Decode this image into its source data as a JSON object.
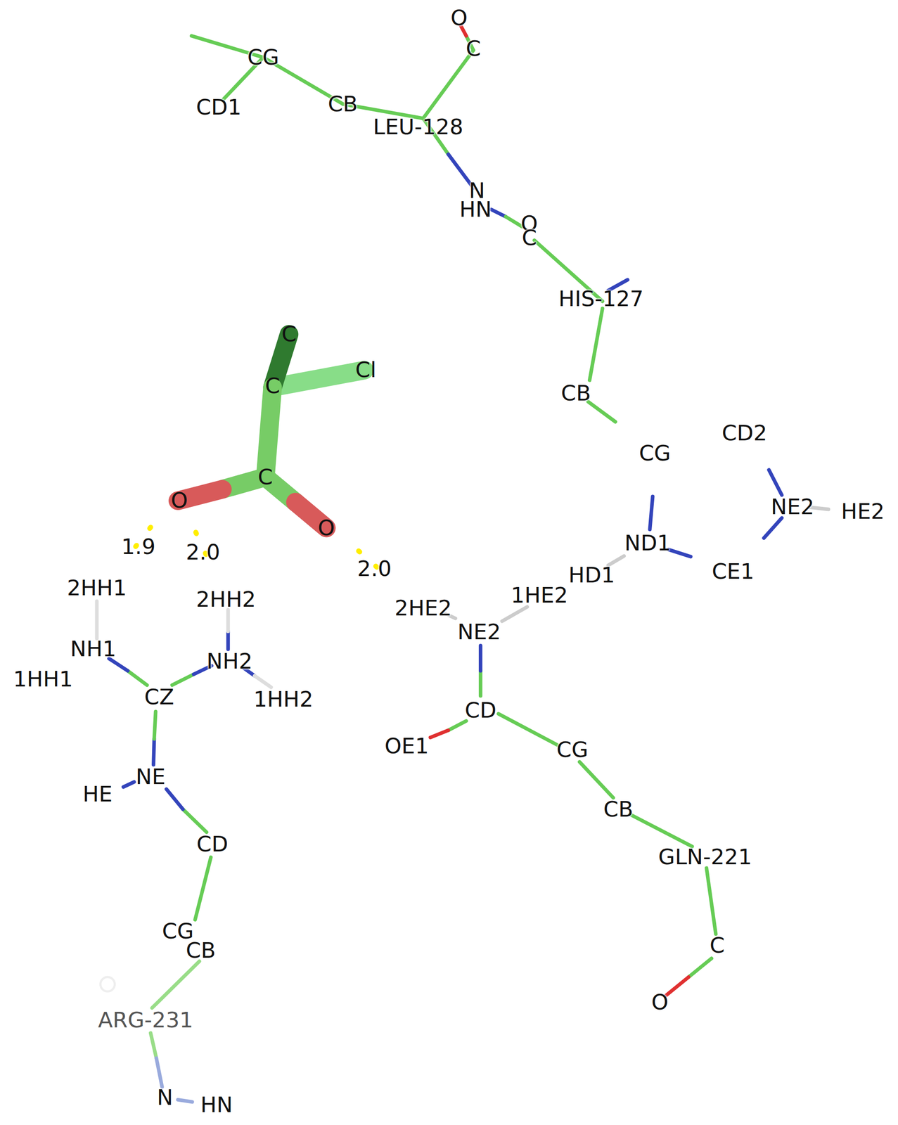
{
  "diagram": {
    "labels": [
      "O",
      "C",
      "CG",
      "CB",
      "CD1",
      "LEU-128",
      "N",
      "HN",
      "O",
      "C",
      "HIS-127",
      "C",
      "Cl",
      "C",
      "C",
      "O",
      "O",
      "CB",
      "CG",
      "CD2",
      "NE2",
      "HE2",
      "ND1",
      "CE1",
      "HD1",
      "1.9",
      "2.0",
      "2.0",
      "2HH1",
      "2HH2",
      "1HE2",
      "2HE2",
      "NE2",
      "NH1",
      "NH2",
      "1HH1",
      "1HH2",
      "CZ",
      "CD",
      "OE1",
      "CG",
      "NE",
      "HE",
      "CB",
      "CD",
      "GLN-221",
      "CG",
      "CB",
      "C",
      "ARG-231",
      "O",
      "N",
      "HN"
    ]
  }
}
